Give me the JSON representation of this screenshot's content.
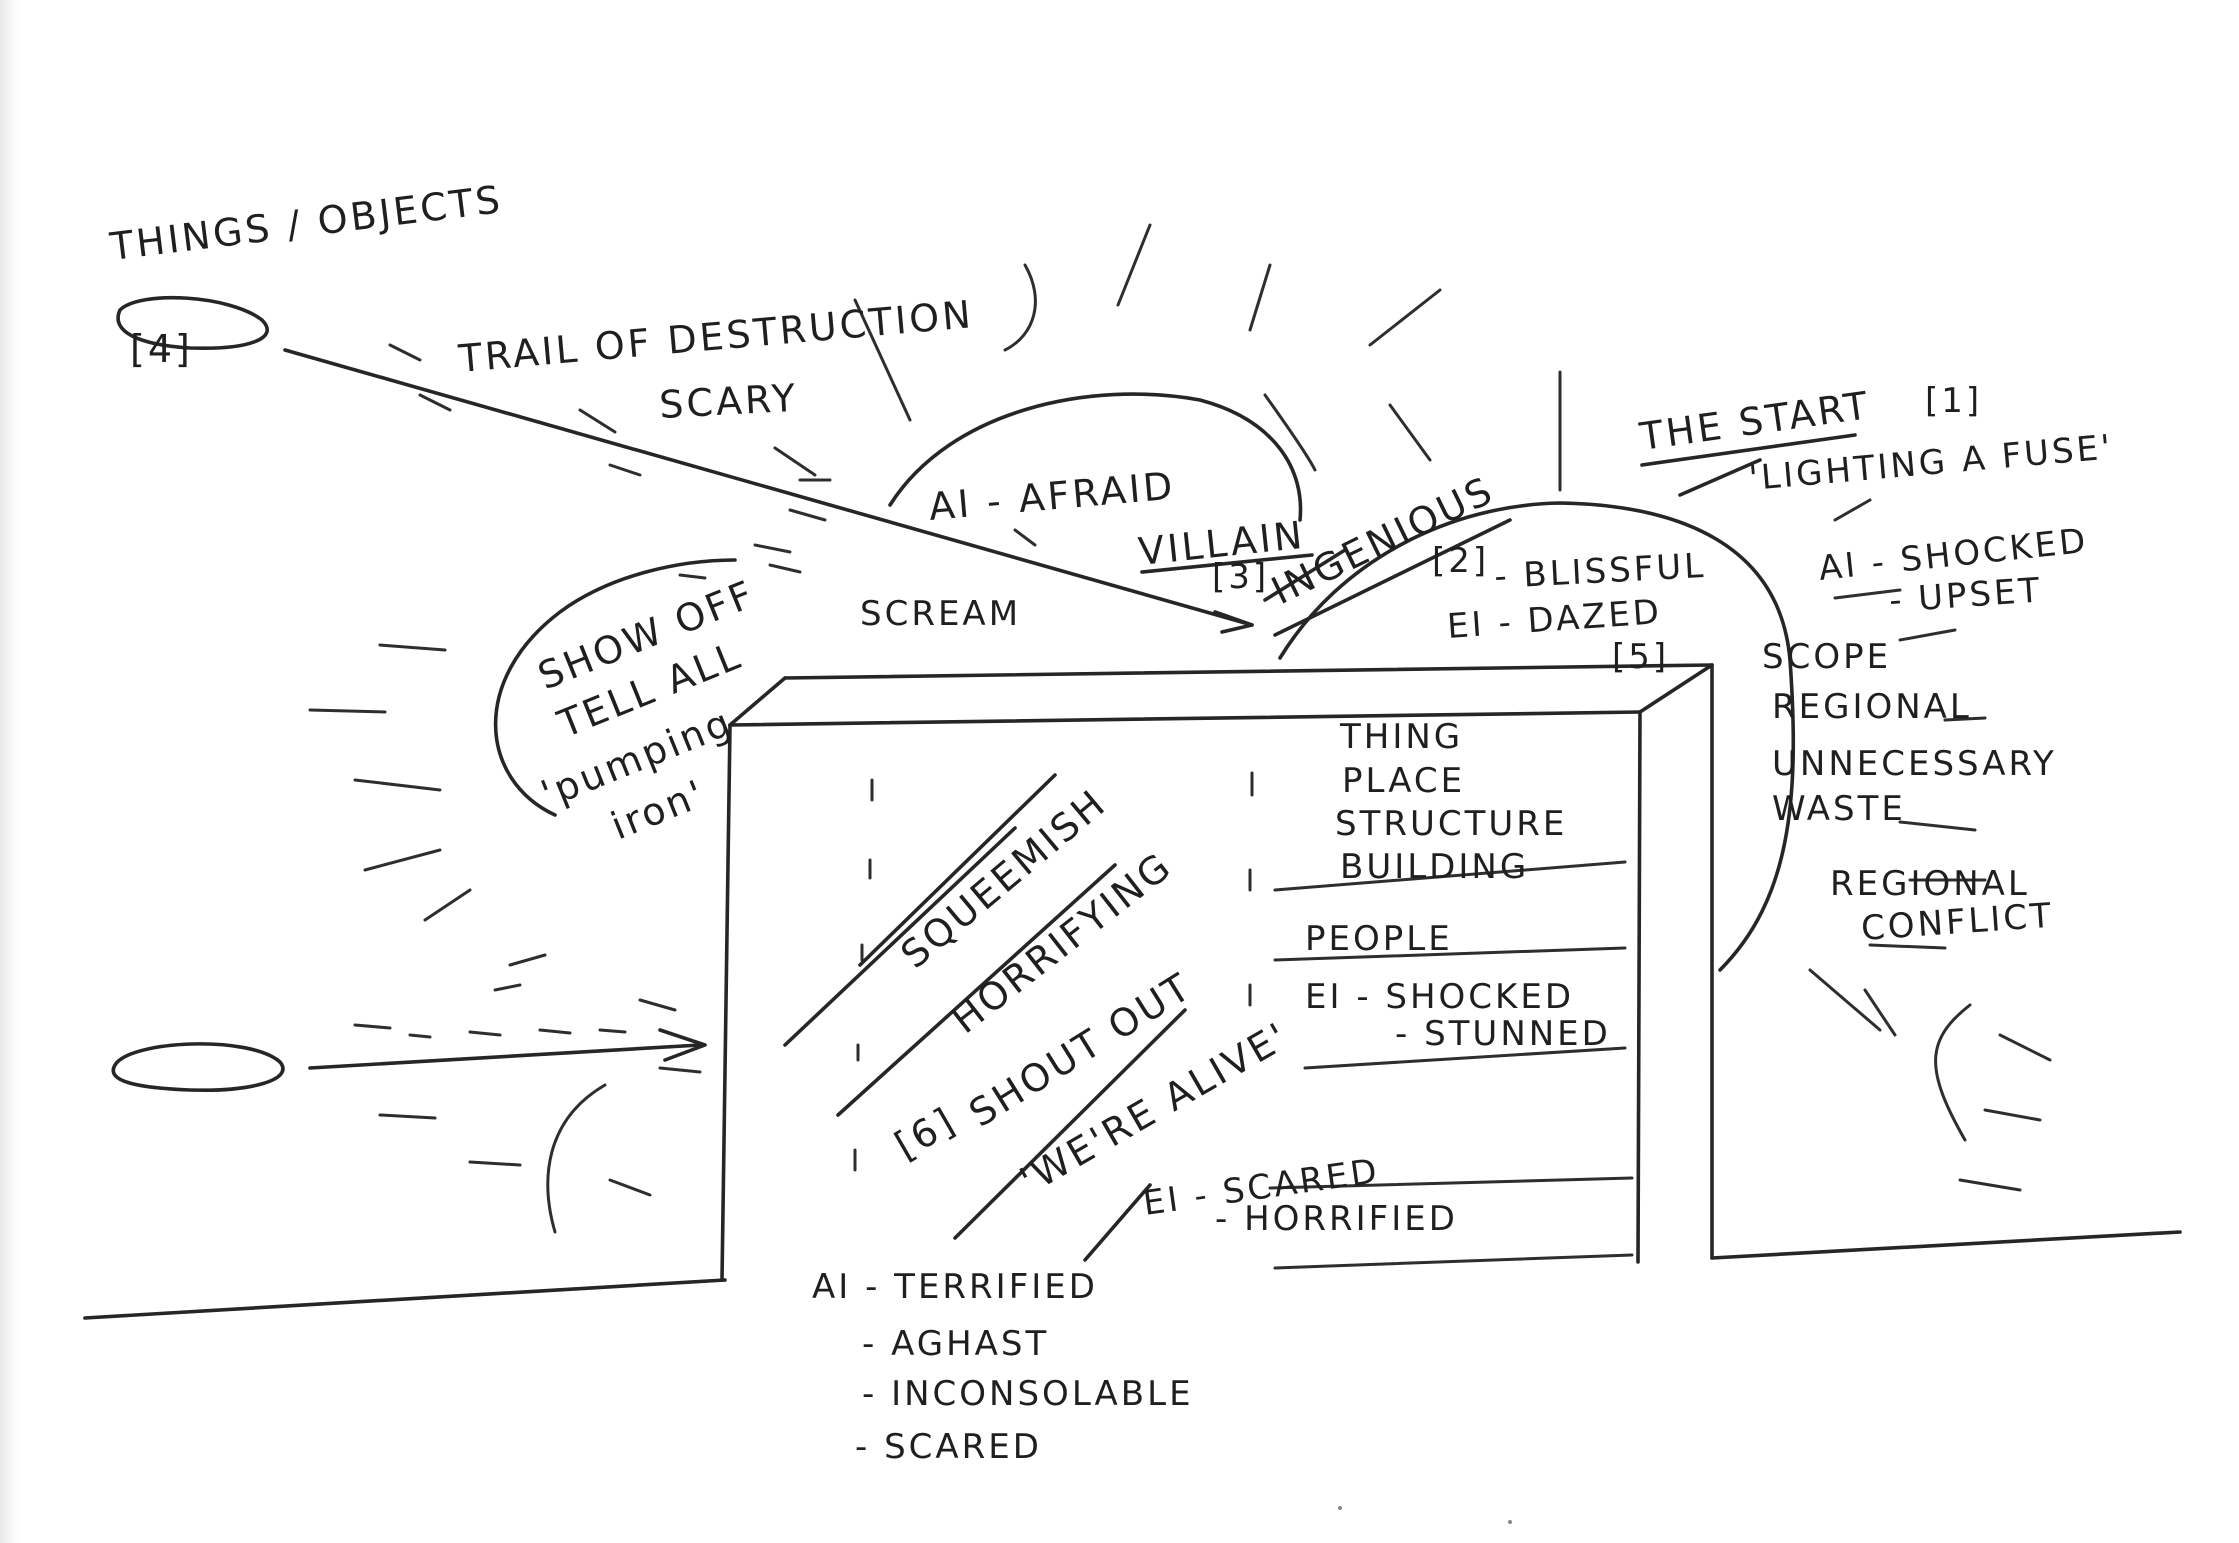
{
  "heading": "THINGS / OBJECTS",
  "top_left": {
    "marker": "[4]",
    "line1": "TRAIL OF DESTRUCTION",
    "line2": "SCARY"
  },
  "arc_left": {
    "l1": "SHOW OFF",
    "l2": "TELL ALL",
    "l3": "'pumping",
    "l4": "iron'"
  },
  "center_top": {
    "afraid": "AI - AFRAID",
    "scream": "SCREAM",
    "villain": "VILLAIN",
    "marker3": "[3]",
    "ingenious": "INGENIOUS",
    "marker2": "[2]",
    "blissful": "- BLISSFUL",
    "dazed": "EI - DAZED",
    "marker5": "[5]"
  },
  "right_top": {
    "start": "THE START",
    "marker1": "[1]",
    "fuse": "'LIGHTING A FUSE'",
    "shocked": "AI - SHOCKED",
    "upset": "- UPSET"
  },
  "right_side": {
    "scope": "SCOPE",
    "regional": "REGIONAL",
    "unnecessary": "UNNECESSARY",
    "waste": "WASTE",
    "conflict1": "REGIONAL",
    "conflict2": "CONFLICT"
  },
  "box_left": {
    "squeamish": "SQUEEMISH",
    "horrifying": "HORRIFYING",
    "marker6": "[6]",
    "shout": "SHOUT OUT",
    "alive": "'WE'RE ALIVE'"
  },
  "box_right": {
    "thing": "THING",
    "place": "PLACE",
    "structure": "STRUCTURE",
    "building": "BUILDING",
    "people": "PEOPLE",
    "ei_shocked": "EI - SHOCKED",
    "stunned": "- STUNNED",
    "ei_scared": "EI - SCARED",
    "horrified": "- HORRIFIED"
  },
  "bottom": {
    "terrified": "AI - TERRIFIED",
    "aghast": "- AGHAST",
    "inconsolable": "- INCONSOLABLE",
    "scared": "- SCARED"
  }
}
